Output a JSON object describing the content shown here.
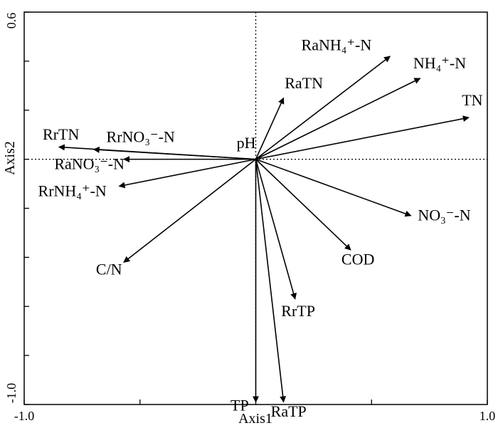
{
  "chart_data": {
    "type": "biplot",
    "xlabel": "Axis1",
    "ylabel": "Axis2",
    "xlim": [
      -1.0,
      1.0
    ],
    "ylim": [
      -1.0,
      0.6
    ],
    "x_tick_labels": [
      {
        "value": -1.0,
        "label": "-1.0"
      },
      {
        "value": 1.0,
        "label": "1.0"
      }
    ],
    "y_tick_labels": [
      {
        "value": 0.6,
        "label": "0.6"
      },
      {
        "value": -1.0,
        "label": "-1.0"
      }
    ],
    "x_ticks": [
      -1.0,
      -0.5,
      0.0,
      0.5,
      1.0
    ],
    "y_ticks": [
      -1.0,
      -0.8,
      -0.6,
      -0.4,
      -0.2,
      0.0,
      0.2,
      0.4,
      0.6
    ],
    "reference_lines": {
      "x": 0,
      "y": 0,
      "style": "dotted"
    },
    "vectors": [
      {
        "name": "RaNH₄⁺-N",
        "x": 0.58,
        "y": 0.42,
        "label_anchor": "end",
        "label_dx": 1.0,
        "label_dy": 0.025
      },
      {
        "name": "RaTN",
        "x": 0.12,
        "y": 0.25,
        "label_anchor": "start",
        "label_dx": 0.005,
        "label_dy": 0.04
      },
      {
        "name": "NH₄⁺-N",
        "x": 0.71,
        "y": 0.33,
        "label_anchor": "start",
        "label_dx": -0.03,
        "label_dy": 0.04
      },
      {
        "name": "TN",
        "x": 0.92,
        "y": 0.17,
        "label_anchor": "start",
        "label_dx": -0.03,
        "label_dy": 0.05
      },
      {
        "name": "NO₃⁻-N",
        "x": 0.67,
        "y": -0.23,
        "label_anchor": "start",
        "label_dx": 0.03,
        "label_dy": -0.02
      },
      {
        "name": "COD",
        "x": 0.41,
        "y": -0.37,
        "label_anchor": "start",
        "label_dx": -0.04,
        "label_dy": -0.06
      },
      {
        "name": "RrTP",
        "x": 0.17,
        "y": -0.57,
        "label_anchor": "start",
        "label_dx": -0.06,
        "label_dy": -0.07
      },
      {
        "name": "RaTP",
        "x": 0.12,
        "y": -0.99,
        "label_anchor": "start",
        "label_dx": -0.055,
        "label_dy": -0.06
      },
      {
        "name": "TP",
        "x": 0.0,
        "y": -0.99,
        "label_anchor": "end",
        "label_dx": -0.03,
        "label_dy": -0.035
      },
      {
        "name": "C/N",
        "x": -0.57,
        "y": -0.42,
        "label_anchor": "start",
        "label_dx": -0.12,
        "label_dy": -0.05
      },
      {
        "name": "RrNH₄⁺-N",
        "x": -0.59,
        "y": -0.11,
        "label_anchor": "start",
        "label_dx": -0.35,
        "label_dy": -0.04
      },
      {
        "name": "RaNO₃⁻-N",
        "x": -0.57,
        "y": 0.0,
        "label_anchor": "start",
        "label_dx": -0.3,
        "label_dy": -0.04
      },
      {
        "name": "RrNO₃⁻-N",
        "x": -0.7,
        "y": 0.04,
        "label_anchor": "start",
        "label_dx": 0.055,
        "label_dy": 0.03
      },
      {
        "name": "RrTN",
        "x": -0.85,
        "y": 0.05,
        "label_anchor": "start",
        "label_dx": -0.07,
        "label_dy": 0.03
      },
      {
        "name": "pH",
        "x": 0.0,
        "y": 0.0,
        "label_anchor": "end",
        "label_dx": 0.0,
        "label_dy": 0.045,
        "arrow": false
      }
    ]
  }
}
